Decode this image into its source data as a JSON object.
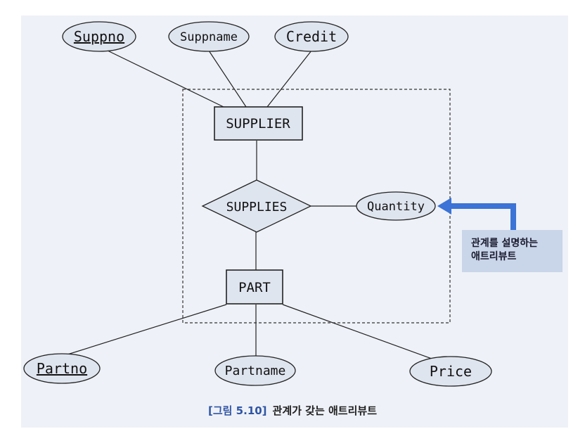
{
  "diagram": {
    "entities": {
      "supplier": "SUPPLIER",
      "part": "PART"
    },
    "relationship": "SUPPLIES",
    "attributes": {
      "suppno": "Suppno",
      "suppname": "Suppname",
      "credit": "Credit",
      "quantity": "Quantity",
      "partno": "Partno",
      "partname": "Partname",
      "price": "Price"
    },
    "callout": "관계를 설명하는\n애트리뷰트",
    "caption": {
      "label": "[그림 5.10]",
      "text": "관계가 갖는 애트리뷰트"
    },
    "colors": {
      "shape_fill": "#dfe5ef",
      "arrow": "#3b73d6",
      "callout_bg": "#c9d5e9",
      "caption_label": "#2f55a4"
    }
  }
}
